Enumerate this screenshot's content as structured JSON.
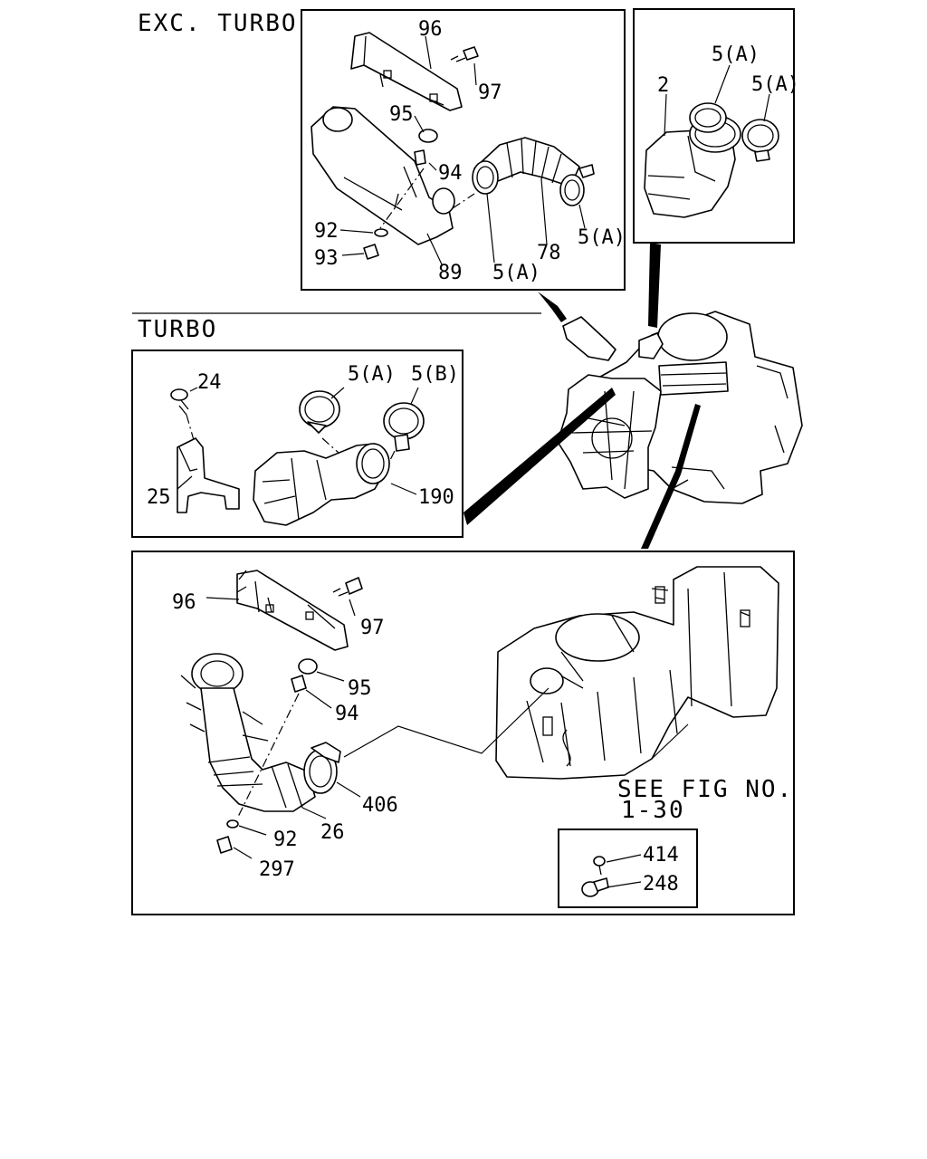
{
  "sections": {
    "exc_turbo": "EXC. TURBO",
    "turbo": "TURBO"
  },
  "callouts": {
    "p96_top": "96",
    "p97_top": "97",
    "p95_top": "95",
    "p94_top": "94",
    "p92_top": "92",
    "p93": "93",
    "p89": "89",
    "p5a_top_left": "5(A)",
    "p78": "78",
    "p5a_top_right": "5(A)",
    "p2": "2",
    "p5a_box_a": "5(A)",
    "p5a_box_b": "5(A)",
    "p24": "24",
    "p5a_turbo": "5(A)",
    "p5b_turbo": "5(B)",
    "p25": "25",
    "p190": "190",
    "p96_bottom": "96",
    "p97_bottom": "97",
    "p95_bottom": "95",
    "p94_bottom": "94",
    "p406": "406",
    "p92_bottom": "92",
    "p26": "26",
    "p297": "297",
    "p414": "414",
    "p248": "248"
  },
  "reference": {
    "line1": "SEE FIG NO.",
    "line2": "1-30"
  }
}
